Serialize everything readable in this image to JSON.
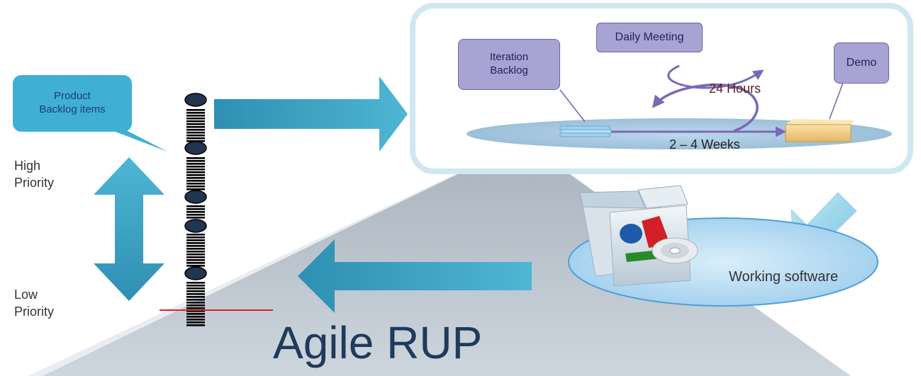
{
  "title": "Agile RUP",
  "product_backlog": {
    "callout": "Product\nBacklog items",
    "high_priority": "High\nPriority",
    "low_priority": "Low\nPriority"
  },
  "iteration": {
    "iteration_backlog": "Iteration\nBacklog",
    "daily_meeting": "Daily Meeting",
    "demo": "Demo",
    "daily_cycle": "24 Hours",
    "iteration_length": "2 – 4 Weeks"
  },
  "working_software": "Working software",
  "colors": {
    "teal_arrow": "#3a9fbe",
    "callout_teal": "#3fb0d3",
    "callout_purple": "#a7a3d2",
    "cycle_arrow": "#7b68b8",
    "frame_border": "#cfe8f0",
    "background_triangle": "#c2ccd6",
    "title_text": "#1f3a5a",
    "cut_line": "#e02020"
  }
}
